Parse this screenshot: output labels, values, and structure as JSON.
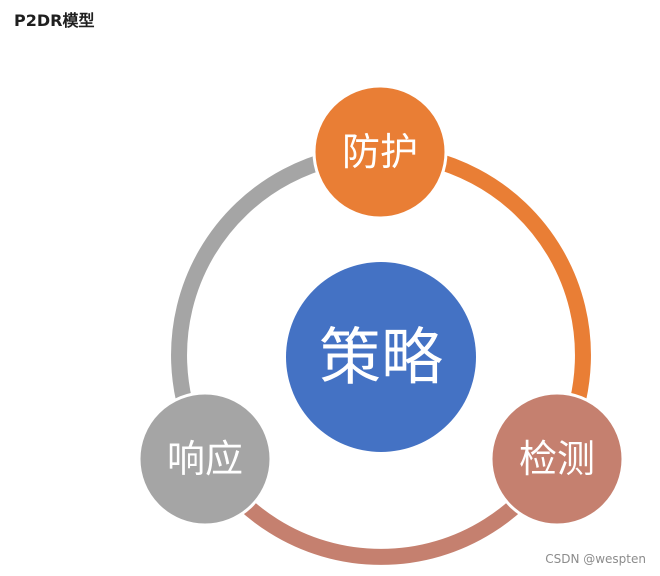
{
  "title": "P2DR模型",
  "diagram": {
    "center": {
      "label": "策略",
      "color": "#4472C4"
    },
    "nodes": [
      {
        "label": "防护",
        "color": "#E97E35"
      },
      {
        "label": "检测",
        "color": "#C5806F"
      },
      {
        "label": "响应",
        "color": "#A5A5A5"
      }
    ]
  },
  "watermark": "CSDN @wespten"
}
